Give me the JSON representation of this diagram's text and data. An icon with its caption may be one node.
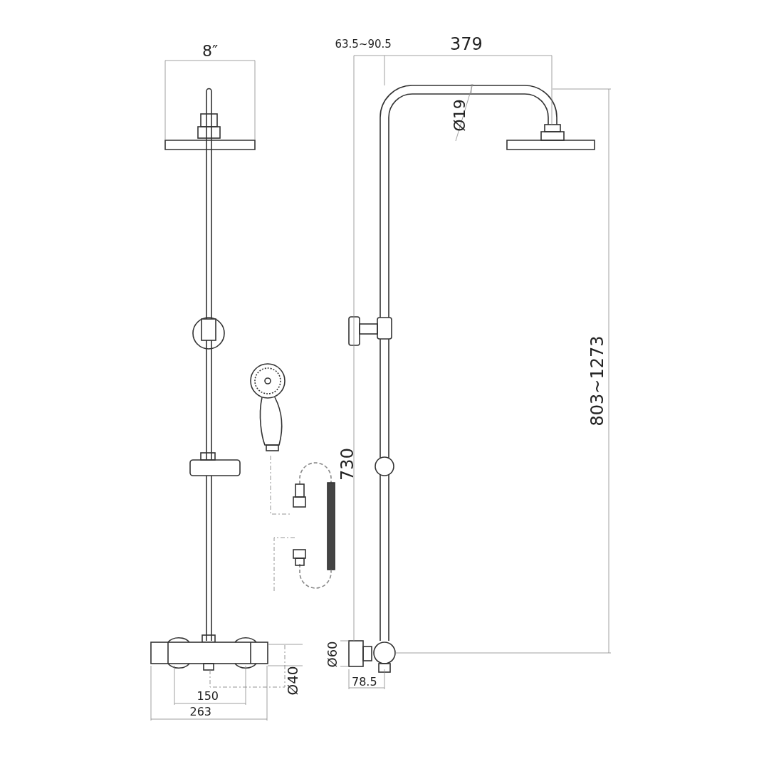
{
  "diagram": {
    "labels": [
      "8″",
      "63.5~90.5",
      "379",
      "Ø19",
      "803~1273",
      "730",
      "Ø60",
      "78.5",
      "Ø40",
      "150",
      "263"
    ]
  }
}
